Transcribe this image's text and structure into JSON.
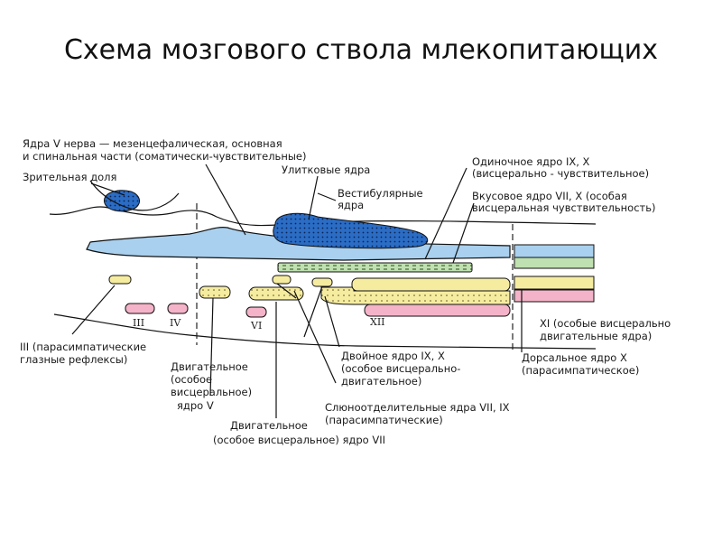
{
  "title": "Схема мозгового ствола млекопитающих",
  "colors": {
    "blue": "#a9d0ee",
    "stroke": "#111111",
    "yellow": "#f6eca0",
    "pink": "#f4b3c8",
    "green": "#bfe0b0"
  },
  "labels": {
    "trigeminal_1": "Ядра V нерва — мезенцефалическая, основная",
    "trigeminal_2": "и спинальная части  (соматически-чувствительные)",
    "visual_lobe": "Зрительная доля",
    "cochlear": "Улитковые ядра",
    "vestibular_1": "Вестибулярные",
    "vestibular_2": "ядра",
    "solitary_1": "Одиночное ядро IX, X",
    "solitary_2": "(висцерально - чувствительное)",
    "taste_1": "Вкусовое ядро VII, X  (особая",
    "taste_2": "висцеральная чувствительность)",
    "iii_para_1": "III  (парасимпатические",
    "iii_para_2": "глазные рефлексы)",
    "motor_v_1": "Двигательное",
    "motor_v_2": "(особое",
    "motor_v_3": "висцеральное)",
    "motor_v_4": "ядро V",
    "motor_vii_1": "Двигательное",
    "motor_vii_2": "(особое висцеральное)  ядро VII",
    "ambiguus_1": "Двойное ядро IX, X",
    "ambiguus_2": "(особое висцерально-",
    "ambiguus_3": "двигательное)",
    "salivatory_1": "Слюноотделительные ядра VII, IX",
    "salivatory_2": "(парасимпатические)",
    "dorsal_x_1": "Дорсальное ядро X",
    "dorsal_x_2": "(парасимпатическое)",
    "xi_1": "XI  (особые висцерально",
    "xi_2": "двигательные ядра)"
  },
  "numerals": {
    "III": "III",
    "IV": "IV",
    "VI": "VI",
    "XII": "XII"
  }
}
